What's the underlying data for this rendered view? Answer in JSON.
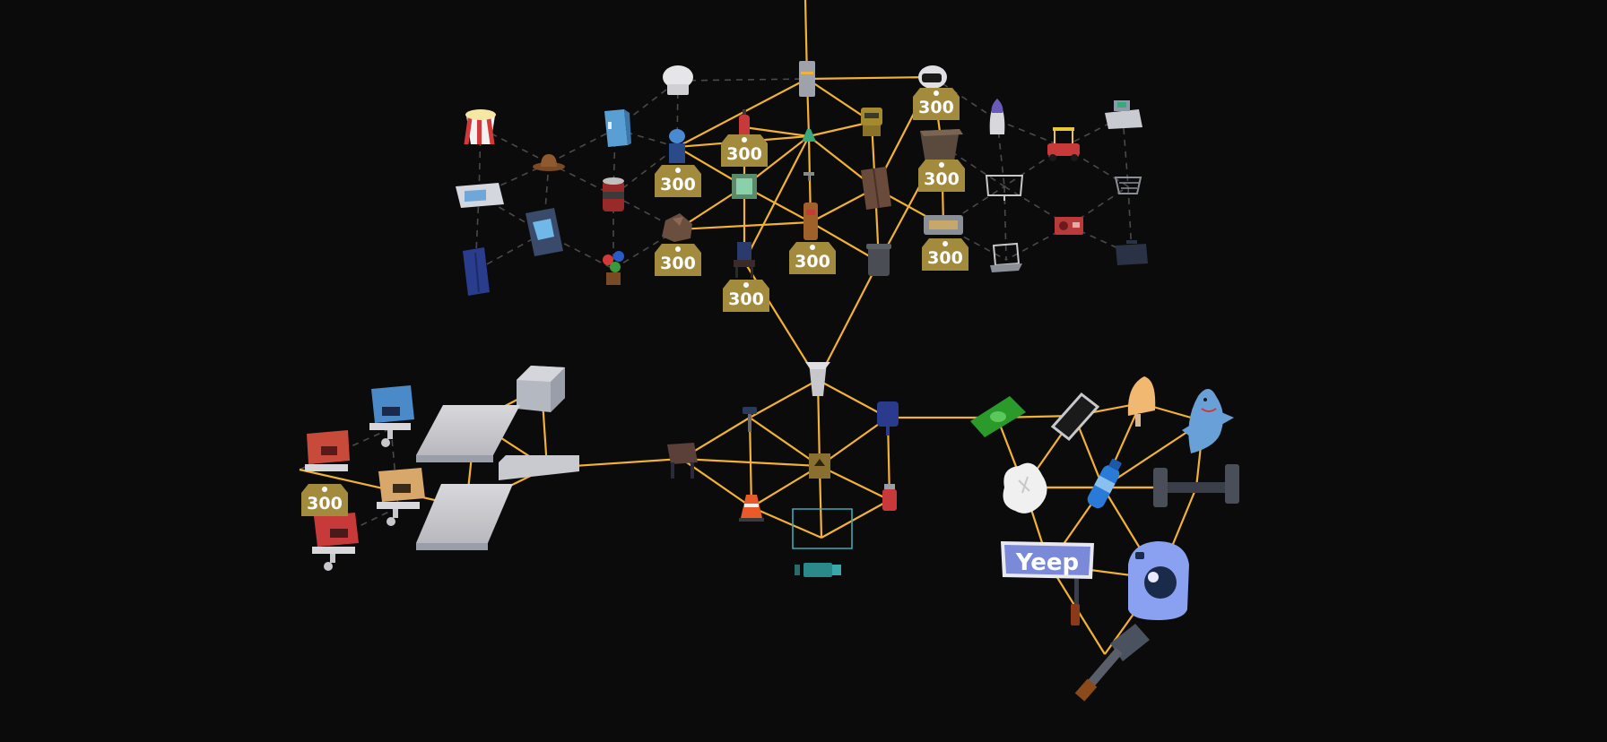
{
  "scene": {
    "title": "",
    "background": "#0b0b0b",
    "colors": {
      "owned_link": "#f2b233",
      "locked_link": "#4a4a4a",
      "price_tag": "#a38b3e",
      "price_text": "#ffffff",
      "preview_outline": "#3ea8b4"
    }
  },
  "price_tags": [
    {
      "id": "tag-top-1",
      "label": "300"
    },
    {
      "id": "tag-top-2",
      "label": "300"
    },
    {
      "id": "tag-top-3",
      "label": "300"
    },
    {
      "id": "tag-top-4",
      "label": "300"
    },
    {
      "id": "tag-top-5",
      "label": "300"
    },
    {
      "id": "tag-top-6",
      "label": "300"
    },
    {
      "id": "tag-top-7",
      "label": "300"
    },
    {
      "id": "tag-top-8",
      "label": "300"
    },
    {
      "id": "tag-left-1",
      "label": "300"
    }
  ],
  "yeep_sign": {
    "label": "Yeep"
  },
  "items": {
    "popcorn": "popcorn-icon",
    "hat": "cowboy-hat-icon",
    "fridge": "mini-fridge-icon",
    "chef_hat": "chef-hat-icon",
    "microwave": "microwave-icon",
    "arcade": "arcade-cabinet-icon",
    "soda_can": "soda-can-icon",
    "locker": "locker-icon",
    "flowers": "flower-pot-icon",
    "water_cooler": "water-cooler-icon",
    "rock": "rock-icon",
    "fire_extinguisher": "fire-extinguisher-icon",
    "painting": "painting-icon",
    "chair_blue": "chair-icon",
    "vending": "vending-machine-icon",
    "lamp": "lamp-icon",
    "totem": "totem-icon",
    "ceiling_light": "ceiling-light-icon",
    "robot": "robot-icon",
    "wardrobe": "wardrobe-icon",
    "trash_can": "trash-can-icon",
    "helmet": "helmet-icon",
    "bathtub": "bathtub-icon",
    "radiator": "radiator-icon",
    "rocket": "rocket-icon",
    "tv": "tv-icon",
    "laptop": "laptop-icon",
    "go_kart": "go-kart-icon",
    "radio": "radio-icon",
    "cash_register": "cash-register-icon",
    "shopping_cart": "shopping-cart-icon",
    "toolbox": "toolbox-icon",
    "cube": "cube-icon",
    "slab_1": "slab-icon",
    "beam": "beam-icon",
    "slab_2": "slab-icon",
    "block_blue": "tv-block-icon",
    "block_red": "tv-block-icon",
    "block_tan": "tv-block-icon",
    "block_red2": "tv-block-icon",
    "stool": "stool-icon",
    "anvil": "anvil-icon",
    "camera": "camera-icon",
    "wrench_stand": "stand-icon",
    "traffic_cone": "traffic-cone-icon",
    "box_arrow": "box-icon",
    "mailbox": "mailbox-icon",
    "gas_can": "gas-can-icon",
    "flashlight": "flashlight-icon",
    "cash": "cash-icon",
    "phone": "phone-icon",
    "popsicle": "popsicle-icon",
    "shark": "shark-plush-icon",
    "paper": "crumpled-paper-icon",
    "water_bottle": "water-bottle-icon",
    "dumbbell": "dumbbell-icon",
    "sign": "yeep-sign-icon",
    "speaker": "speaker-icon",
    "hammer": "hammer-icon"
  }
}
